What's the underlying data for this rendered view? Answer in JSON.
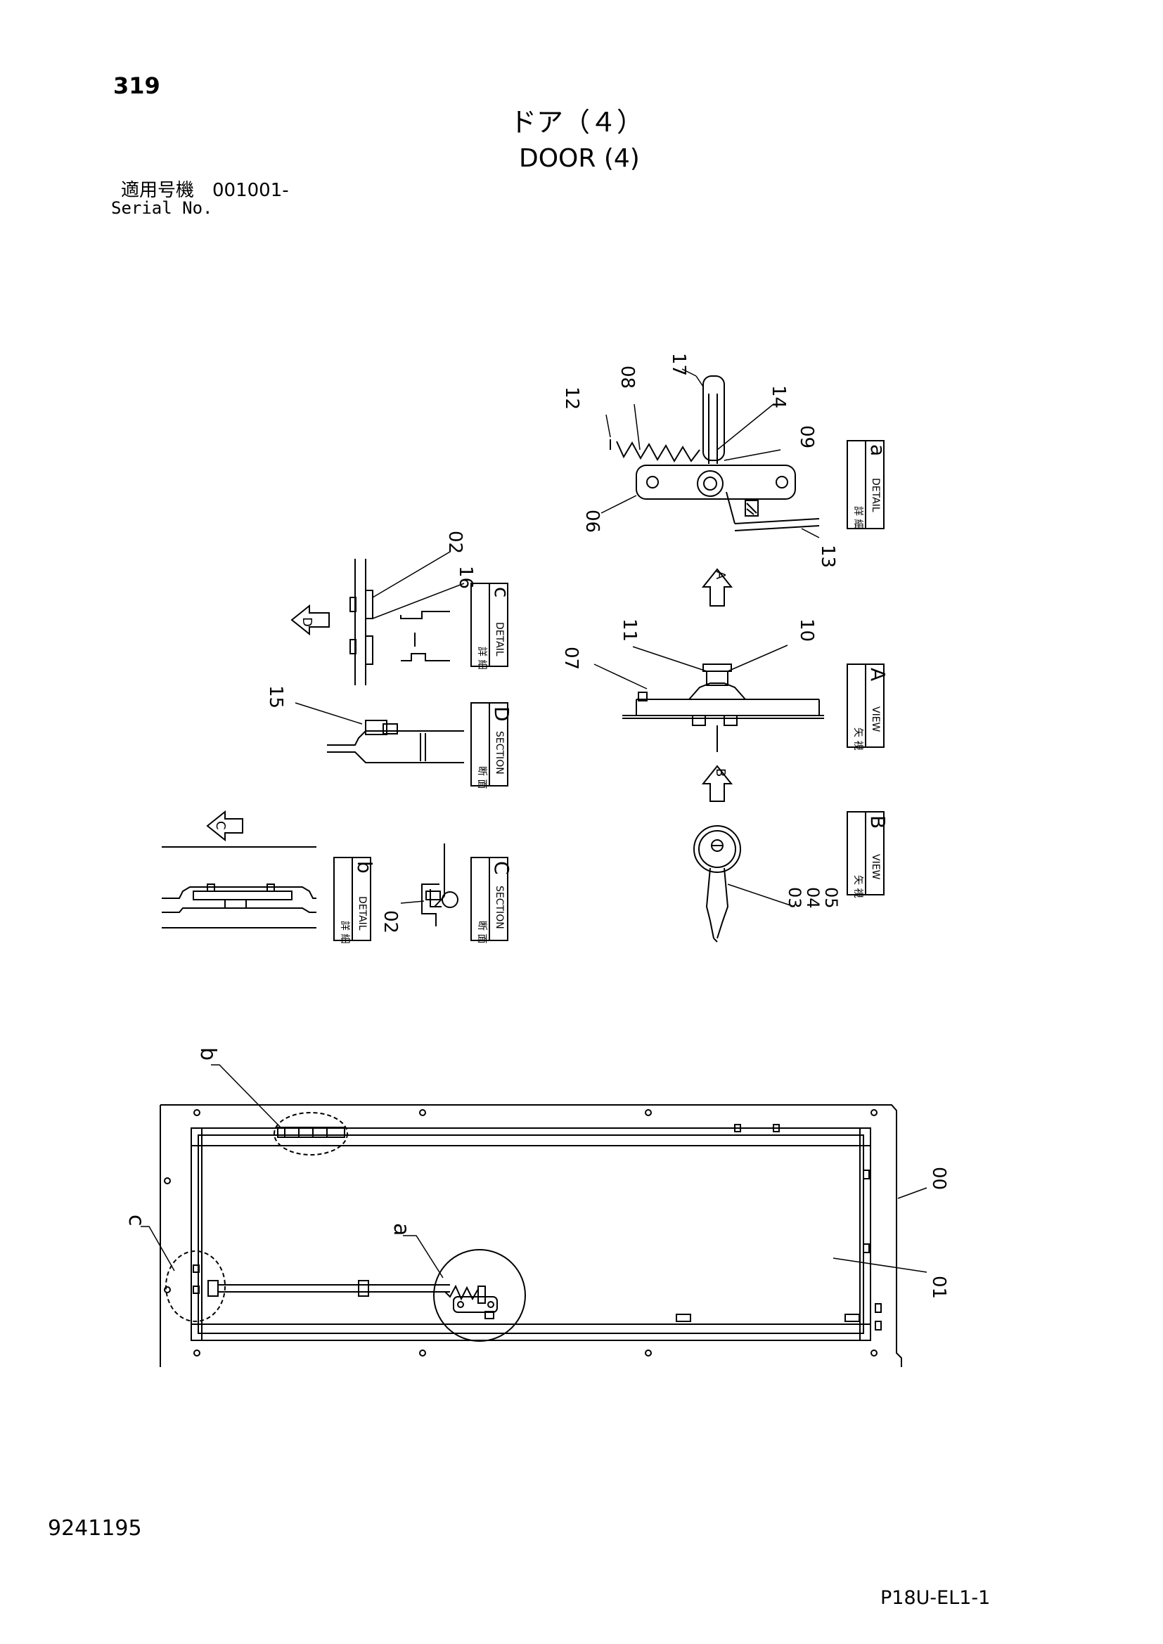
{
  "header": {
    "page_number": "319",
    "title_jp": "ドア（４）",
    "title_en": "DOOR (4)",
    "serial_jp": "適用号機　001001-",
    "serial_en": "Serial No."
  },
  "footer": {
    "document_code": "9241195",
    "sheet_code": "P18U-EL1-1"
  },
  "views": {
    "detail_a": {
      "jp": "詳 細",
      "en": "DETAIL",
      "id": "a"
    },
    "view_A": {
      "jp": "矢 視",
      "en": "VIEW",
      "id": "A"
    },
    "view_B": {
      "jp": "矢 視",
      "en": "VIEW",
      "id": "B"
    },
    "detail_c": {
      "jp": "詳 細",
      "en": "DETAIL",
      "id": "c"
    },
    "section_D": {
      "jp": "断 面",
      "en": "SECTION",
      "id": "D"
    },
    "detail_b": {
      "jp": "詳 細",
      "en": "DETAIL",
      "id": "b"
    },
    "section_C": {
      "jp": "断 面",
      "en": "SECTION",
      "id": "C"
    }
  },
  "arrows": {
    "A": "A",
    "B": "B",
    "C": "C",
    "D": "D"
  },
  "parts": {
    "p00": "00",
    "p01": "01",
    "p02": "02",
    "p02b": "02",
    "p03": "03",
    "p04": "04",
    "p05": "05",
    "p06": "06",
    "p07": "07",
    "p08": "08",
    "p09": "09",
    "p10": "10",
    "p11": "11",
    "p12": "12",
    "p13": "13",
    "p14": "14",
    "p15": "15",
    "p16": "16",
    "p17": "17"
  },
  "detail_callouts": {
    "a": "a",
    "b": "b",
    "c": "c"
  }
}
